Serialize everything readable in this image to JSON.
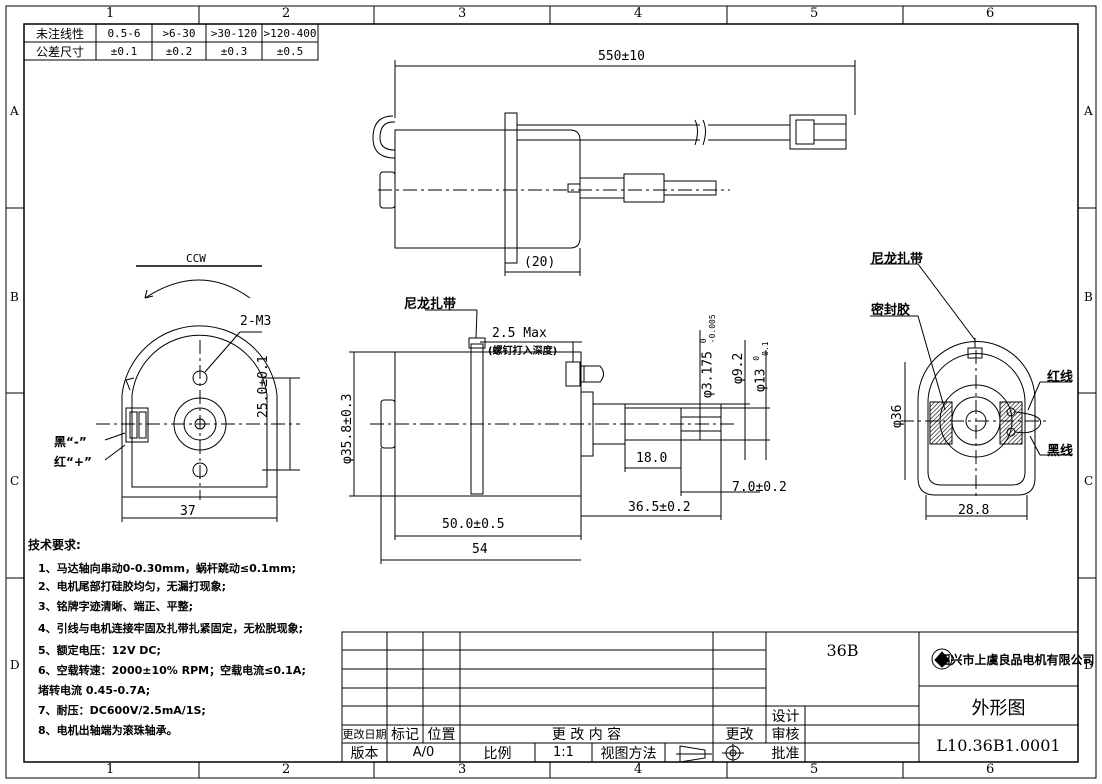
{
  "border": {
    "top_cols": [
      "1",
      "2",
      "3",
      "4",
      "5",
      "6"
    ],
    "bottom_cols": [
      "1",
      "2",
      "3",
      "4",
      "5",
      "6"
    ],
    "left_rows": [
      "A",
      "B",
      "C",
      "D"
    ],
    "right_rows": [
      "A",
      "B",
      "C",
      "D"
    ]
  },
  "tolerance_table": {
    "row1_label": "未注线性",
    "row2_label": "公差尺寸",
    "ranges": [
      "0.5-6",
      ">6-30",
      ">30-120",
      ">120-400"
    ],
    "tolerances": [
      "±0.1",
      "±0.2",
      "±0.3",
      "±0.5"
    ]
  },
  "dims": {
    "lead_length": "550±10",
    "tie_dist": "(20)",
    "ccw": "CCW",
    "m3": "2-M3",
    "black_minus": "黑“-”",
    "red_plus": "红“+”",
    "height_25": "25.0±0.1",
    "width_37": "37",
    "nylon_tie_1": "尼龙扎带",
    "max_25": "2.5 Max",
    "screw_depth": "(螺钉打入深度)",
    "dia_35_8": "φ35.8±0.3",
    "len_50": "50.0±0.5",
    "len_54": "54",
    "len_18": "18.0",
    "len_36_5": "36.5±0.2",
    "len_7": "7.0±0.2",
    "dia_3175": "φ3.175",
    "dia_3175_tol_up": "0",
    "dia_3175_tol_lo": "-0.005",
    "dia_9_2": "φ9.2",
    "dia_13": "φ13",
    "dia_13_tol_up": "0",
    "dia_13_tol_lo": "-0.1",
    "nylon_tie_2": "尼龙扎带",
    "sealant": "密封胶",
    "red_wire": "红线",
    "black_wire": "黑线",
    "dia_36": "φ36",
    "width_28_8": "28.8"
  },
  "requirements": {
    "title": "技术要求:",
    "items": [
      "1、马达轴向串动0-0.30mm，蜗杆跳动≤0.1mm;",
      "2、电机尾部打硅胶均匀，无漏打现象;",
      "3、铭牌字迹清晰、端正、平整;",
      "4、引线与电机连接牢固及扎带扎紧固定，无松脱现象;",
      "5、额定电压：12V DC;",
      "6、空载转速：2000±10% RPM；空载电流≤0.1A;",
      "   堵转电流 0.45-0.7A;",
      "7、耐压：DC600V/2.5mA/1S;",
      "8、电机出轴端为滚珠轴承。"
    ]
  },
  "title_block": {
    "model": "36B",
    "company": "绍兴市上虞良品电机有限公司",
    "drawing_name": "外形图",
    "drawing_number": "L10.36B1.0001",
    "design": "设计",
    "review": "审核",
    "approve": "批准",
    "change_date": "更改日期",
    "mark": "标记",
    "position": "位置",
    "change_content": "更 改 内 容",
    "changer": "更改",
    "version_label": "版本",
    "version_value": "A/0",
    "scale_label": "比例",
    "scale_value": "1:1",
    "view_method": "视图方法"
  }
}
